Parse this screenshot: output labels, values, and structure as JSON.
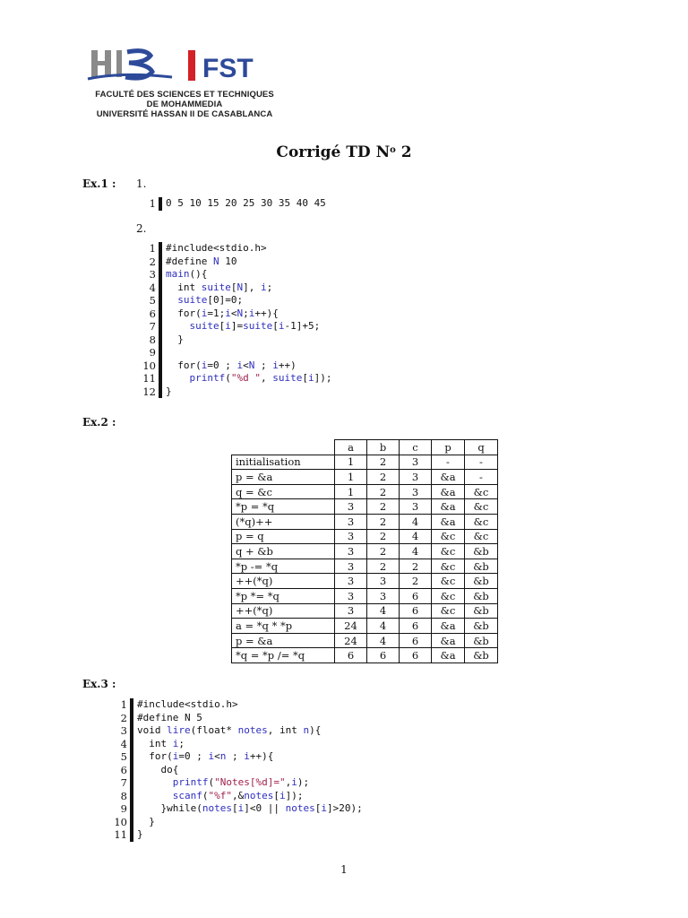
{
  "logo": {
    "wordmark": "FST",
    "lines": [
      "FACULTÉ DES SCIENCES ET TECHNIQUES",
      "DE MOHAMMEDIA",
      "UNIVERSITÉ HASSAN II DE CASABLANCA"
    ]
  },
  "title_main": "Corrigé TD N",
  "title_sup": "o",
  "title_num": " 2",
  "ex1": {
    "label": "Ex.1 :",
    "item1": "1.",
    "output": [
      {
        "n": "1",
        "t": "0 5 10 15 20 25 30 35 40 45"
      }
    ],
    "item2": "2.",
    "code": [
      {
        "n": "1",
        "t": "#include<stdio.h>"
      },
      {
        "n": "2",
        "t": "#define N 10"
      },
      {
        "n": "3",
        "t": "main(){"
      },
      {
        "n": "4",
        "t": "  int suite[N], i;"
      },
      {
        "n": "5",
        "t": "  suite[0]=0;"
      },
      {
        "n": "6",
        "t": "  for(i=1;i<N;i++){"
      },
      {
        "n": "7",
        "t": "    suite[i]=suite[i-1]+5;"
      },
      {
        "n": "8",
        "t": "  }"
      },
      {
        "n": "9",
        "t": ""
      },
      {
        "n": "10",
        "t": "  for(i=0 ; i<N ; i++)"
      },
      {
        "n": "11",
        "t": "    printf(\"%d \", suite[i]);"
      },
      {
        "n": "12",
        "t": "}"
      }
    ]
  },
  "ex2": {
    "label": "Ex.2 :",
    "headers": [
      "",
      "a",
      "b",
      "c",
      "p",
      "q"
    ],
    "rows": [
      [
        "initialisation",
        "1",
        "2",
        "3",
        "-",
        "-"
      ],
      [
        "p = &a",
        "1",
        "2",
        "3",
        "&a",
        "-"
      ],
      [
        "q = &c",
        "1",
        "2",
        "3",
        "&a",
        "&c"
      ],
      [
        "*p = *q",
        "3",
        "2",
        "3",
        "&a",
        "&c"
      ],
      [
        "(*q)++",
        "3",
        "2",
        "4",
        "&a",
        "&c"
      ],
      [
        "p = q",
        "3",
        "2",
        "4",
        "&c",
        "&c"
      ],
      [
        "q + &b",
        "3",
        "2",
        "4",
        "&c",
        "&b"
      ],
      [
        "*p -= *q",
        "3",
        "2",
        "2",
        "&c",
        "&b"
      ],
      [
        "++(*q)",
        "3",
        "3",
        "2",
        "&c",
        "&b"
      ],
      [
        "*p *= *q",
        "3",
        "3",
        "6",
        "&c",
        "&b"
      ],
      [
        "++(*q)",
        "3",
        "4",
        "6",
        "&c",
        "&b"
      ],
      [
        "a = *q * *p",
        "24",
        "4",
        "6",
        "&a",
        "&b"
      ],
      [
        "p = &a",
        "24",
        "4",
        "6",
        "&a",
        "&b"
      ],
      [
        "*q = *p /= *q",
        "6",
        "6",
        "6",
        "&a",
        "&b"
      ]
    ]
  },
  "ex3": {
    "label": "Ex.3 :",
    "code": [
      {
        "n": "1",
        "t": "#include<stdio.h>"
      },
      {
        "n": "2",
        "t": "#define N 5"
      },
      {
        "n": "3",
        "t": "void lire(float* notes, int n){"
      },
      {
        "n": "4",
        "t": "  int i;"
      },
      {
        "n": "5",
        "t": "  for(i=0 ; i<n ; i++){"
      },
      {
        "n": "6",
        "t": "    do{"
      },
      {
        "n": "7",
        "t": "      printf(\"Notes[%d]=\",i);"
      },
      {
        "n": "8",
        "t": "      scanf(\"%f\",&notes[i]);"
      },
      {
        "n": "9",
        "t": "    }while(notes[i]<0 || notes[i]>20);"
      },
      {
        "n": "10",
        "t": "  }"
      },
      {
        "n": "11",
        "t": "}"
      }
    ]
  },
  "page_number": "1",
  "colors": {
    "logo_gray": "#8a8a8a",
    "logo_blue": "#2d4a9a",
    "logo_red": "#d42027",
    "code_blue": "#2f2fbf",
    "code_red": "#a0224a"
  }
}
